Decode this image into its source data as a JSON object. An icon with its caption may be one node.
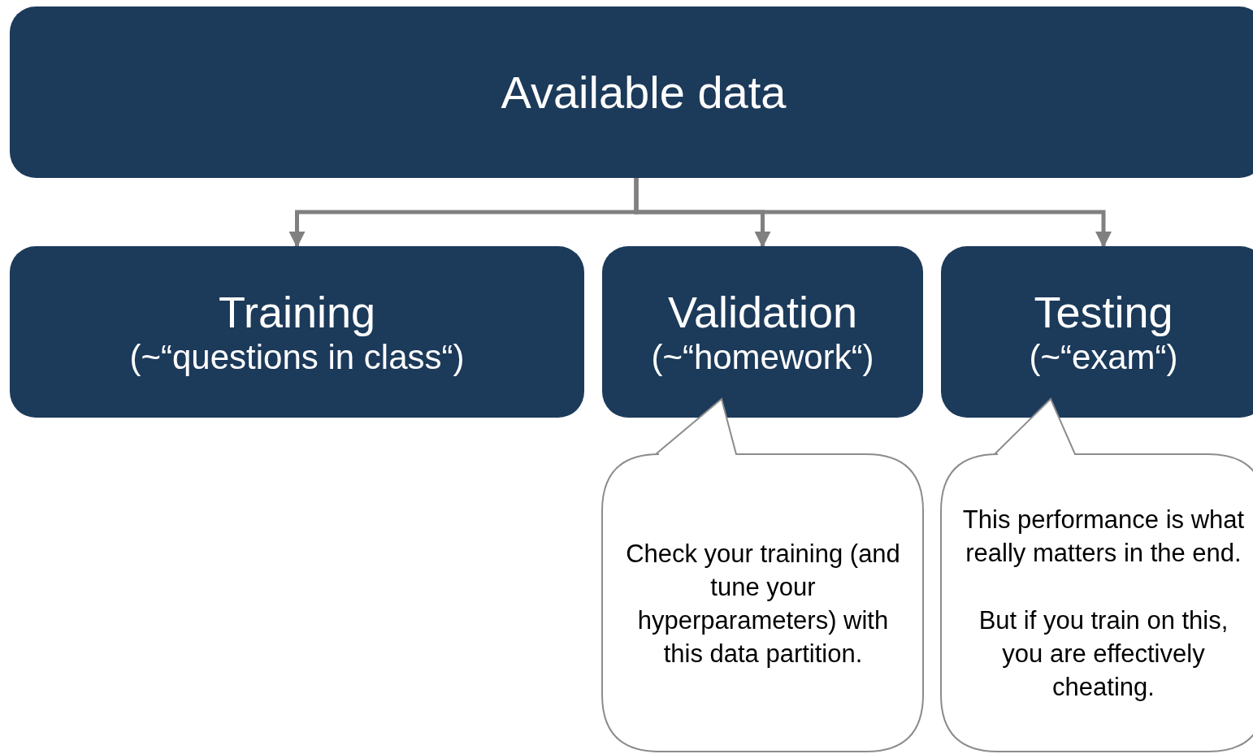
{
  "diagram": {
    "nodes": [
      {
        "text": [
          "Available data"
        ]
      },
      {
        "text": [
          "Training",
          "(~“questions in class“)"
        ]
      },
      {
        "text": [
          "Validation",
          "(~“homework“)"
        ]
      },
      {
        "text": [
          "Testing",
          "(~“exam“)"
        ]
      },
      {
        "text": [
          "Check your training (and tune your hyperparameters) with this data partition."
        ]
      },
      {
        "text": [
          "This performance is what really matters in the end.",
          "But if you train on this, you are effectively cheating."
        ]
      }
    ],
    "edges": [
      {
        "from": 0,
        "to": 1,
        "arrow": "to"
      },
      {
        "from": 0,
        "to": 2,
        "arrow": "to"
      },
      {
        "from": 0,
        "to": 3,
        "arrow": "to"
      }
    ]
  }
}
